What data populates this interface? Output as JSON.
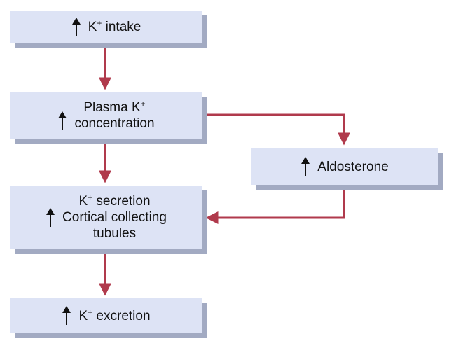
{
  "colors": {
    "box_fill": "#dde3f5",
    "box_shadow": "#a2aac2",
    "arrow": "#b03a4c",
    "text": "#111111"
  },
  "icons": {
    "increase": "arrow-up-icon"
  },
  "nodes": {
    "intake": {
      "k": "K",
      "sup": "+",
      "rest": " intake"
    },
    "plasma": {
      "line1": "Plasma K",
      "line1_sup": "+",
      "line2": "concentration"
    },
    "aldosterone": {
      "label": "Aldosterone"
    },
    "secretion": {
      "line1": "K",
      "line1_sup": "+",
      "line1_rest": " secretion",
      "line2": "Cortical collecting",
      "line3": "tubules"
    },
    "excretion": {
      "k": "K",
      "sup": "+",
      "rest": " excretion"
    }
  }
}
